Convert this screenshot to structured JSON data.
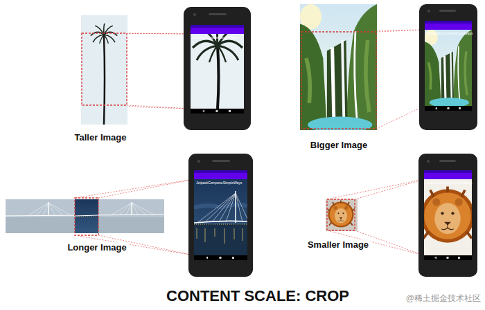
{
  "diagram": {
    "title": "CONTENT SCALE: CROP",
    "labels": [
      "JetpackComposeSimpleWays",
      "JetpackComposeSimpleWays",
      "Taller Image",
      "Bigger Image",
      "JetpackComposeSimpleWays",
      "JetpackComposeSimpleWays",
      "Longer Image",
      "Smaller Image",
      "@稀土掘金技术社区"
    ]
  }
}
